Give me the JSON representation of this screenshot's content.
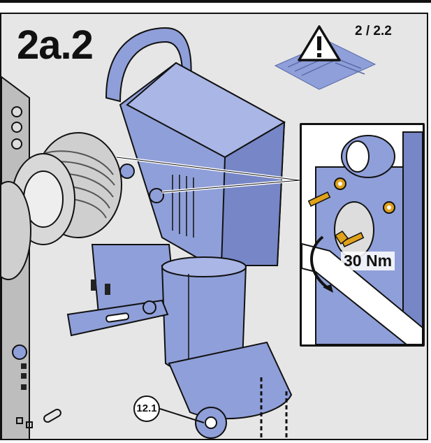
{
  "step": {
    "title": "2a.2"
  },
  "manual_reference": {
    "label": "2 / 2.2",
    "icon": "warning-manual-icon"
  },
  "detail_inset": {
    "torque_label": "30 Nm"
  },
  "callouts": [
    {
      "label": "12.1"
    }
  ],
  "colors": {
    "motor_blue": "#8f9fd9",
    "motor_dark": "#5a6aa8",
    "background_gray": "#e6e6e6",
    "brass": "#e0a21c",
    "outline": "#111111"
  }
}
